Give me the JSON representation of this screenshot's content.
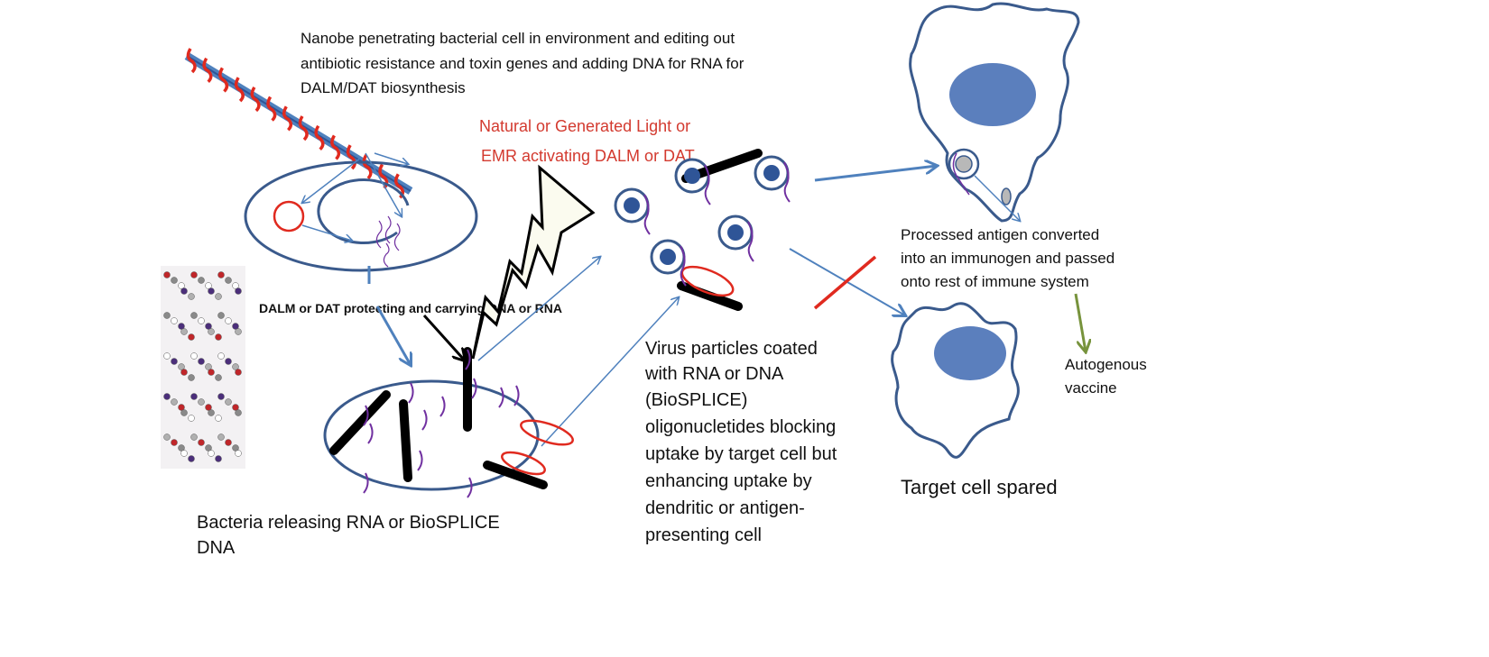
{
  "captions": {
    "nanobe": [
      "Nanobe penetrating bacterial cell in environment and editing out",
      "antibiotic resistance and toxin genes and adding DNA for RNA for",
      "DALM/DAT biosynthesis"
    ],
    "light": [
      "Natural or Generated Light or",
      "EMR activating DALM or DAT"
    ],
    "dalm": "DALM or DAT protecting and carrying DNA or RNA",
    "bacteria": [
      "Bacteria releasing RNA or BioSPLICE",
      "DNA"
    ],
    "virus": [
      "Virus particles coated",
      "with RNA or DNA",
      "(BioSPLICE)",
      "oligonucletides blocking",
      "uptake by target cell but",
      "enhancing uptake by",
      "dendritic or antigen-",
      "presenting cell"
    ],
    "processed": [
      "Processed antigen converted",
      "into an immunogen and passed",
      "onto rest of immune system"
    ],
    "vaccine": [
      "Autogenous",
      "vaccine"
    ],
    "target": "Target cell spared"
  },
  "colors": {
    "blue": "#4472c4",
    "dark_blue": "#2f5597",
    "outline": "#3a5a8c",
    "red": "#d33a2f",
    "purple": "#7030a0",
    "green": "#77933c",
    "nucleus": "#5b7fbd"
  }
}
